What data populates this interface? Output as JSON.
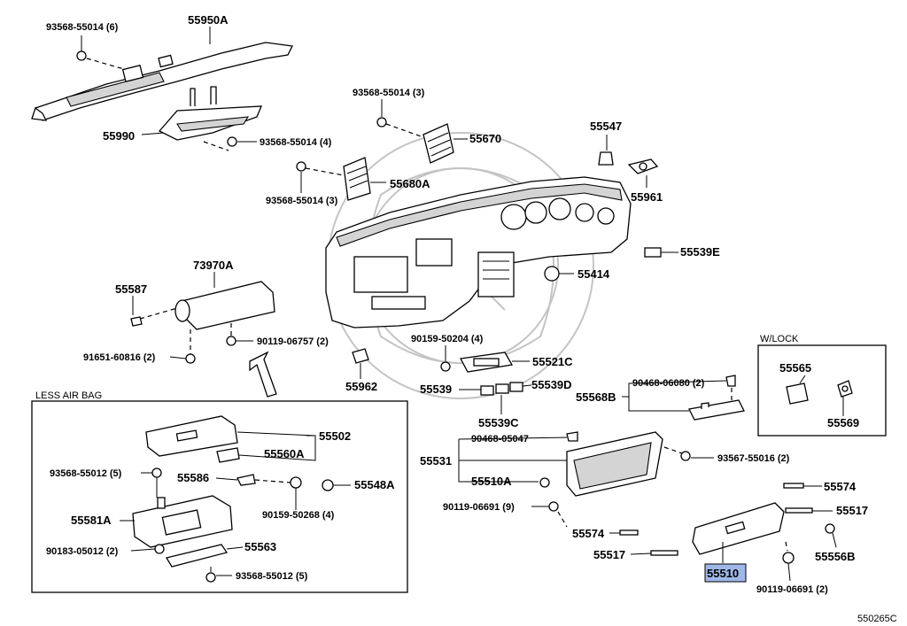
{
  "diagram_code": "550265C",
  "sections": {
    "less_air_bag": "LESS AIR BAG",
    "w_lock": "W/LOCK"
  },
  "labels": {
    "p93568_55014_6": "93568-55014 (6)",
    "p55950A": "55950A",
    "p55990": "55990",
    "p93568_55014_4": "93568-55014 (4)",
    "p93568_55014_3_top": "93568-55014 (3)",
    "p55670": "55670",
    "p55680A": "55680A",
    "p93568_55014_3_bot": "93568-55014 (3)",
    "p55547": "55547",
    "p55961": "55961",
    "p55539E": "55539E",
    "p55414": "55414",
    "p73970A": "73970A",
    "p55587": "55587",
    "p90119_06757_2": "90119-06757 (2)",
    "p91651_60816_2": "91651-60816 (2)",
    "p55962": "55962",
    "p90159_50204_4": "90159-50204 (4)",
    "p55521C": "55521C",
    "p55539": "55539",
    "p55539D": "55539D",
    "p55539C": "55539C",
    "p90468_06080_2": "90468-06080 (2)",
    "p55568B": "55568B",
    "p55565": "55565",
    "p55569": "55569",
    "p55502": "55502",
    "p55560A": "55560A",
    "p93568_55012_5_top": "93568-55012 (5)",
    "p55586": "55586",
    "p55548A": "55548A",
    "p90159_50268_4": "90159-50268 (4)",
    "p55581A": "55581A",
    "p90183_05012_2": "90183-05012 (2)",
    "p55563": "55563",
    "p93568_55012_5_bot": "93568-55012 (5)",
    "p90468_05047": "90468-05047",
    "p55531": "55531",
    "p93567_55016_2": "93567-55016 (2)",
    "p55510A": "55510A",
    "p90119_06691_9": "90119-06691 (9)",
    "p55574_left": "55574",
    "p55517_left": "55517",
    "p55574_right": "55574",
    "p55517_right": "55517",
    "p55556B": "55556B",
    "p55510": "55510",
    "p90119_06691_2": "90119-06691 (2)"
  },
  "highlight": {
    "part": "55510",
    "color": "#9fb8e8"
  }
}
